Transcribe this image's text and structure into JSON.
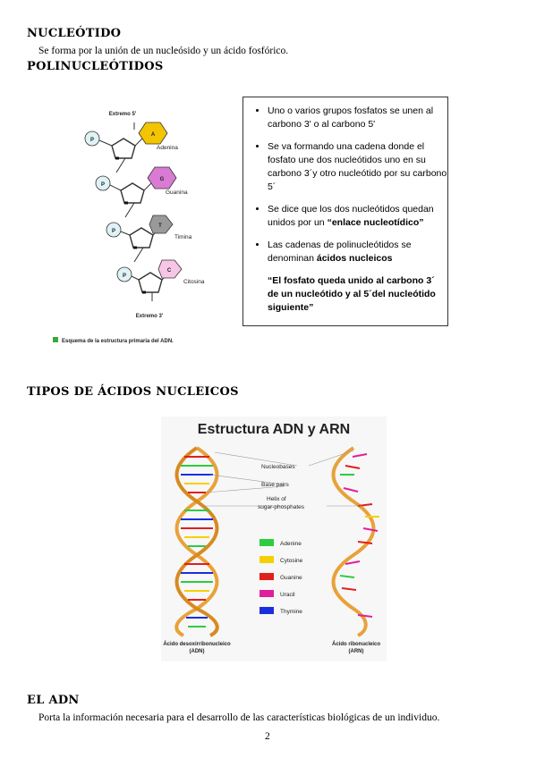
{
  "section1": {
    "heading": "NUCLEÓTIDO",
    "text": "Se forma por la unión de un nucleósido y un ácido fosfórico."
  },
  "section2": {
    "heading": "POLINUCLEÓTIDOS",
    "figure": {
      "top_label": "Extremo 5'",
      "bottom_label": "Extremo 3'",
      "caption": "Esquema de la estructura primaria del ADN.",
      "phosphate": "P",
      "bases": [
        {
          "letter": "A",
          "name": "Adenina",
          "color": "#f2c500"
        },
        {
          "letter": "G",
          "name": "Guanina",
          "color": "#d97ad3"
        },
        {
          "letter": "T",
          "name": "Timina",
          "color": "#9a9a9a"
        },
        {
          "letter": "C",
          "name": "Citosina",
          "color": "#f7c6e6"
        }
      ]
    },
    "box": {
      "bullet1": "Uno o varios grupos fosfatos se unen al carbono 3' o al carbono 5'",
      "bullet2": "Se va formando una cadena  donde el fosfato une dos nucleótidos uno en su carbono 3´y otro nucleótido por su carbono 5´",
      "bullet3_pre": "Se dice que los dos nucleótidos quedan unidos por un ",
      "bullet3_bold": "“enlace nucleotídico”",
      "bullet4_pre": "Las cadenas de polinucleótidos se denominan ",
      "bullet4_bold": "ácidos nucleicos",
      "quote": "“El fosfato queda unido al carbono 3´ de un nucleótido y al 5´del nucleótido siguiente”"
    }
  },
  "section3": {
    "heading": "TIPOS DE ÁCIDOS NUCLEICOS",
    "figure": {
      "title": "Estructura ADN y ARN",
      "label_nucleobases": "Nucleobases",
      "label_basepairs": "Base pairs",
      "label_helix1": "Helix of",
      "label_helix2": "sugar-phosphates",
      "legend": [
        {
          "name": "Adenine",
          "color": "#2ecc40"
        },
        {
          "name": "Cytosine",
          "color": "#f5d000"
        },
        {
          "name": "Guanine",
          "color": "#e0201c"
        },
        {
          "name": "Uracil",
          "color": "#e0209a"
        },
        {
          "name": "Thymine",
          "color": "#1a2ee0"
        }
      ],
      "adn_label1": "Ácido desoxirribonucleico",
      "adn_label2": "(ADN)",
      "arn_label1": "Ácido ribonucleico",
      "arn_label2": "(ARN)"
    }
  },
  "section4": {
    "heading": "EL ADN",
    "text": "Porta la información necesaria para el desarrollo de las características biológicas de un individuo."
  },
  "page_number": "2"
}
